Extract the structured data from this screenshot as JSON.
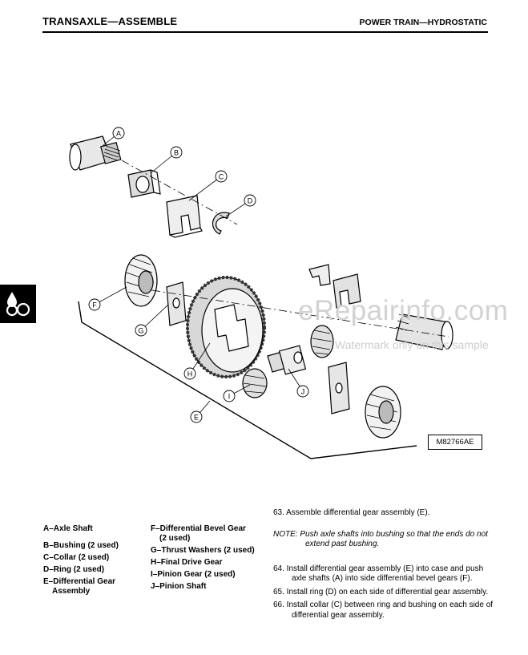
{
  "header": {
    "left": "TRANSAXLE—ASSEMBLE",
    "right": "POWER TRAIN—HYDROSTATIC"
  },
  "watermark": {
    "site": "eRepairinfo.com",
    "note": "Watermark only on this sample"
  },
  "figure": {
    "id": "M82766AE",
    "callouts": [
      "A",
      "B",
      "C",
      "D",
      "E",
      "F",
      "G",
      "H",
      "I",
      "J"
    ]
  },
  "legend": {
    "col1": [
      {
        "line1": "A–Axle Shaft"
      },
      {
        "line1": "B–Bushing (2 used)"
      },
      {
        "line1": "C–Collar (2 used)"
      },
      {
        "line1": "D–Ring (2 used)"
      },
      {
        "line1": "E–Differential Gear",
        "line2": "Assembly"
      }
    ],
    "col2": [
      {
        "line1": "F–Differential Bevel Gear",
        "line2": "(2 used)"
      },
      {
        "line1": "G–Thrust Washers (2 used)"
      },
      {
        "line1": "H–Final Drive Gear"
      },
      {
        "line1": "I–Pinion Gear (2 used)"
      },
      {
        "line1": "J–Pinion Shaft"
      }
    ]
  },
  "instructions": {
    "step63": "63. Assemble differential gear assembly (E).",
    "note": "NOTE:  Push axle shafts into bushing so that the ends do not extend past bushing.",
    "step64": "64. Install differential gear assembly (E) into case and push axle shafts (A) into side differential bevel gears (F).",
    "step65": "65. Install ring (D) on each side of differential gear assembly.",
    "step66": "66. Install collar (C) between ring and bushing on each side of differential gear assembly."
  }
}
